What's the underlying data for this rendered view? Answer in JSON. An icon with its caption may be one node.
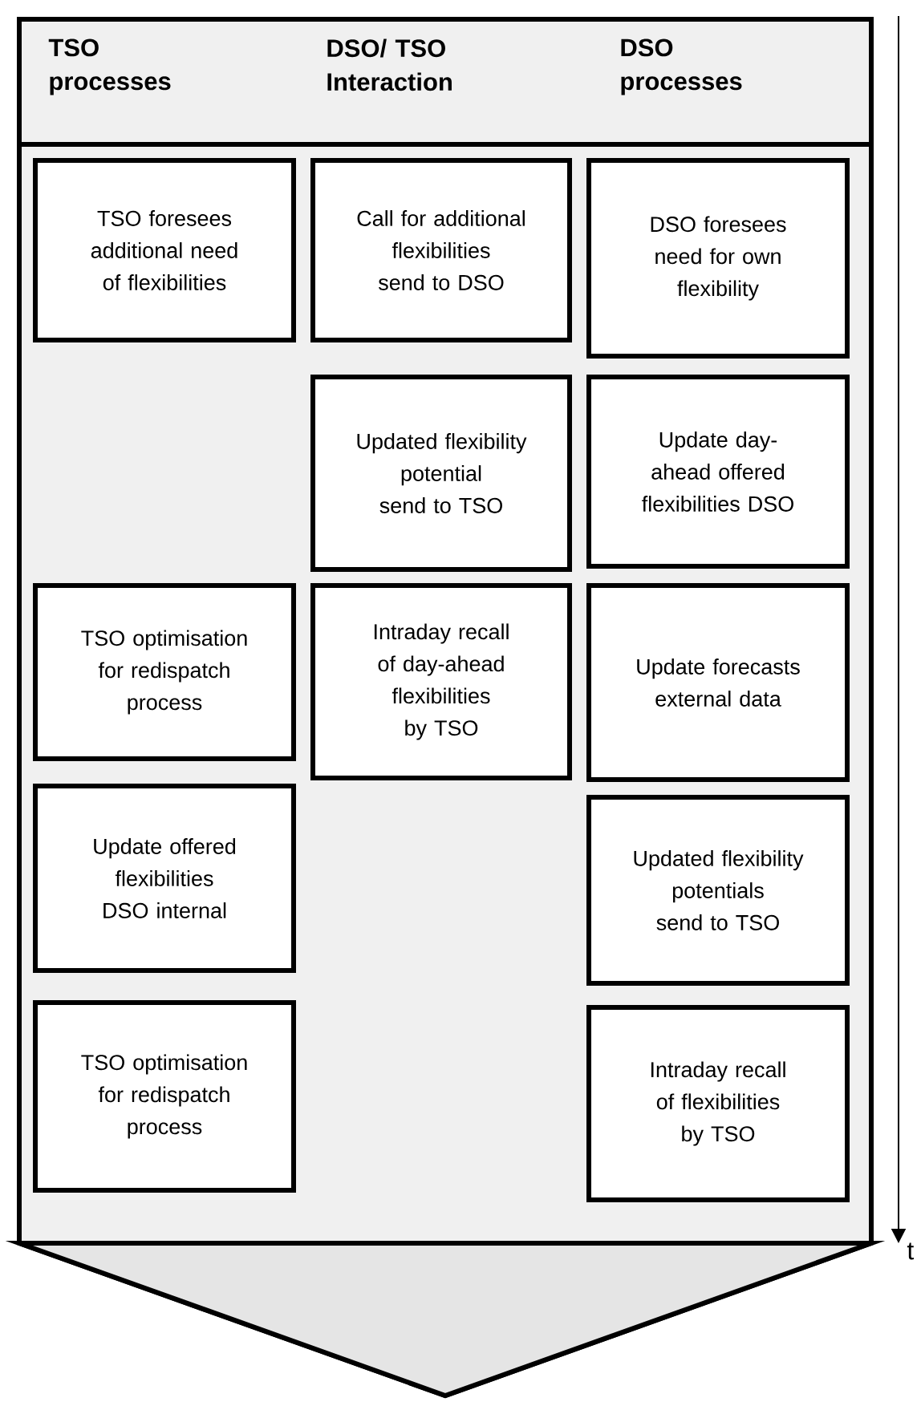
{
  "diagram": {
    "nodes": [
      {
        "text": [],
        "shape": "chevron"
      },
      {
        "text": [
          "TSO processes",
          "DSO/ TSO Interaction",
          "DSO processes"
        ],
        "in": 0
      },
      {
        "text": [
          "TSO foresees additional need of flexibilities"
        ],
        "in": 0
      },
      {
        "text": [
          "Call for additional flexibilities send to DSO"
        ],
        "in": 0
      },
      {
        "text": [
          "DSO foresees need for own flexibility"
        ],
        "in": 0
      },
      {
        "text": [
          "Updated flexibility potential send to TSO"
        ],
        "in": 0
      },
      {
        "text": [
          "Update day-ahead offered flexibilities DSO"
        ],
        "in": 0
      },
      {
        "text": [
          "TSO optimisation for redispatch process"
        ],
        "in": 0
      },
      {
        "text": [
          "Intraday recall of day-ahead flexibilities by TSO"
        ],
        "in": 0
      },
      {
        "text": [
          "Update forecasts external data"
        ],
        "in": 0
      },
      {
        "text": [
          "Update offered flexibilities DSO internal"
        ],
        "in": 0
      },
      {
        "text": [
          "Updated flexibility potentials send to TSO"
        ],
        "in": 0
      },
      {
        "text": [
          "TSO optimisation for redispatch process"
        ],
        "in": 0
      },
      {
        "text": [
          "Intraday recall of flexibilities by TSO"
        ],
        "in": 0
      }
    ],
    "edges": [],
    "labels": [
      "t"
    ]
  }
}
